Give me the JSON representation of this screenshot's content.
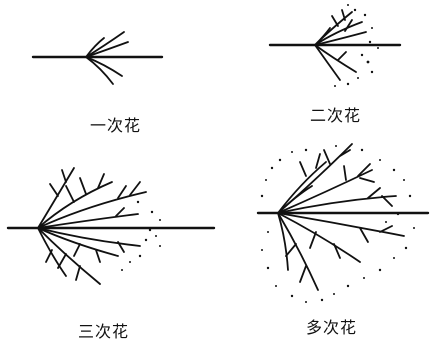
{
  "panels": [
    {
      "id": "first",
      "label": "一次花"
    },
    {
      "id": "second",
      "label": "二次花"
    },
    {
      "id": "third",
      "label": "三次花"
    },
    {
      "id": "multi",
      "label": "多次花"
    }
  ]
}
